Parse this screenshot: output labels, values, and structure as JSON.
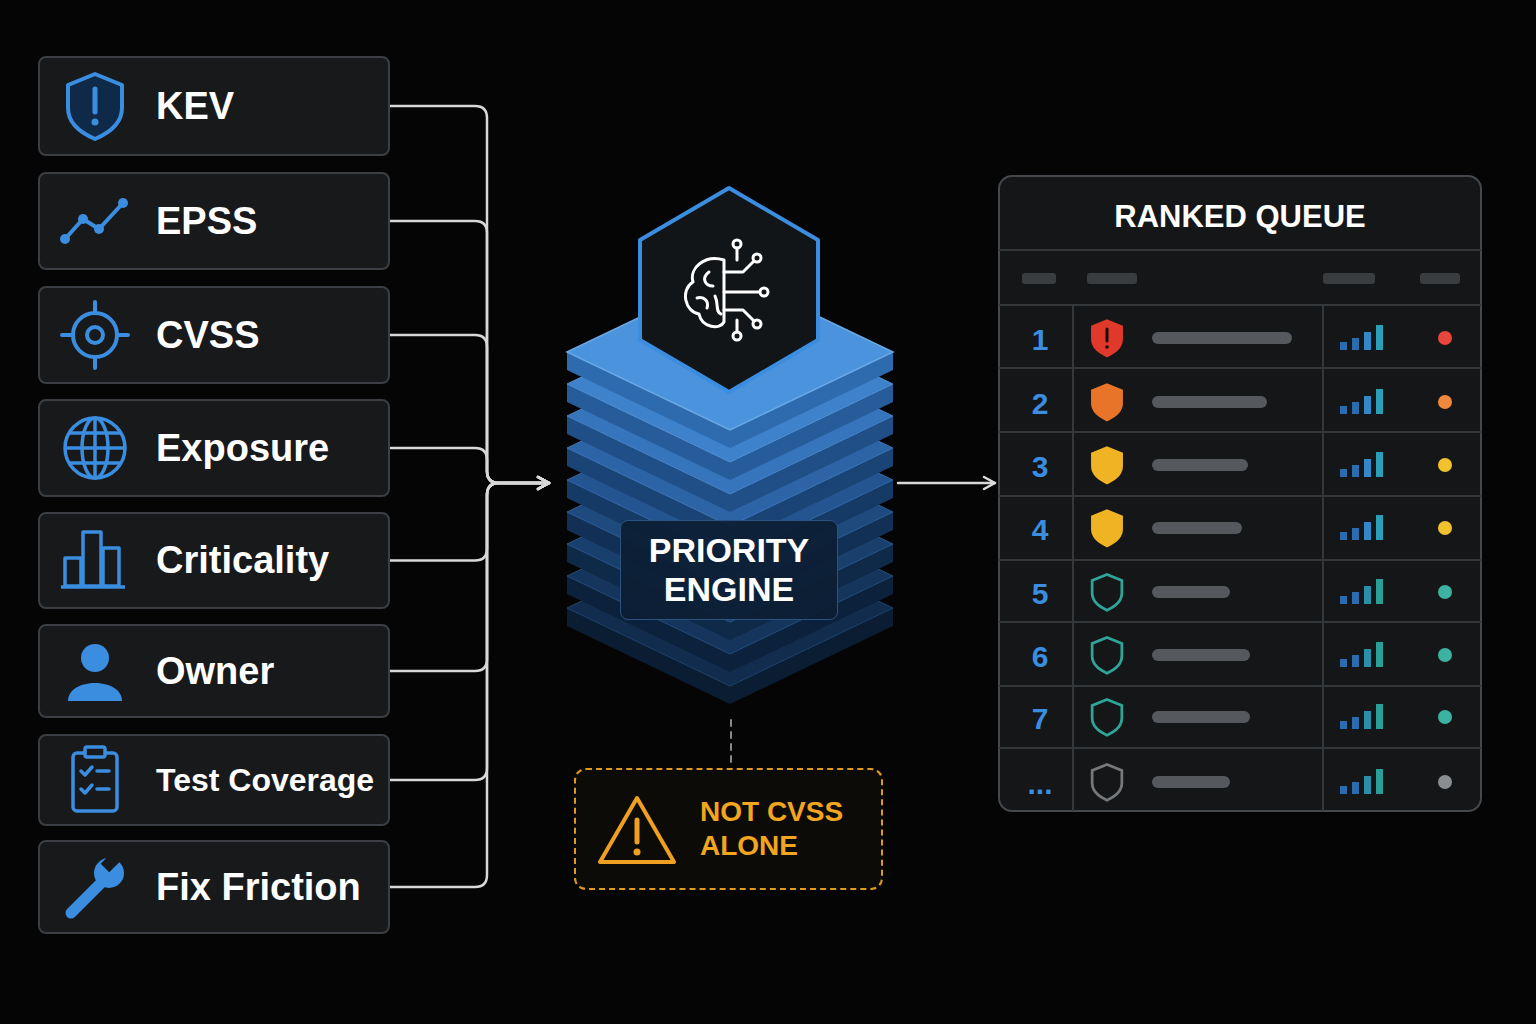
{
  "diagram": {
    "nodes": [
      {
        "text": [
          "KEV"
        ]
      },
      {
        "text": [
          "EPSS"
        ]
      },
      {
        "text": [
          "CVSS"
        ]
      },
      {
        "text": [
          "Exposure"
        ]
      },
      {
        "text": [
          "Criticality"
        ]
      },
      {
        "text": [
          "Owner"
        ]
      },
      {
        "text": [
          "Test Coverage"
        ]
      },
      {
        "text": [
          "Fix Friction"
        ]
      },
      {
        "text": [
          "PRIORITY ENGINE"
        ]
      },
      {
        "text": [
          "NOT CVSS ALONE"
        ]
      },
      {
        "text": [
          "RANKED QUEUE"
        ]
      }
    ],
    "edges": [
      {
        "from": 0,
        "to": 8,
        "arrow": "to"
      },
      {
        "from": 1,
        "to": 8,
        "arrow": "to"
      },
      {
        "from": 2,
        "to": 8,
        "arrow": "to"
      },
      {
        "from": 3,
        "to": 8,
        "arrow": "to"
      },
      {
        "from": 4,
        "to": 8,
        "arrow": "to"
      },
      {
        "from": 5,
        "to": 8,
        "arrow": "to"
      },
      {
        "from": 6,
        "to": 8,
        "arrow": "to"
      },
      {
        "from": 7,
        "to": 8,
        "arrow": "to"
      },
      {
        "from": 8,
        "to": 10,
        "arrow": "to"
      },
      {
        "from": 8,
        "to": 9,
        "arrow": "none"
      }
    ],
    "labels": [
      "1",
      "2",
      "3",
      "4",
      "5",
      "6",
      "7",
      "..."
    ]
  }
}
